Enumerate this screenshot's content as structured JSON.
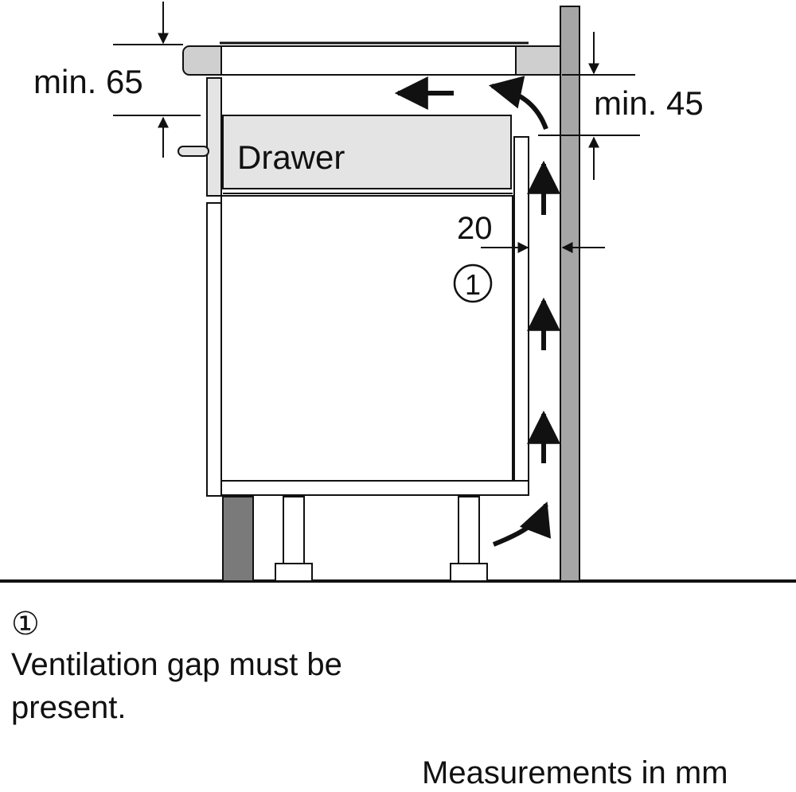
{
  "labels": {
    "drawer": "Drawer",
    "min_top": "min. 65",
    "min_wall": "min. 45",
    "gap": "20",
    "callout": "①"
  },
  "legend": {
    "marker": "①",
    "text": "Ventilation gap must be present."
  },
  "footer": {
    "text": "Measurements in mm"
  },
  "colors": {
    "line": "#111111",
    "wall": "#a6a6a6",
    "worktop_edge": "#cfcfcf",
    "drawer_fill": "#e4e4e4",
    "plinth": "#7a7a7a"
  }
}
